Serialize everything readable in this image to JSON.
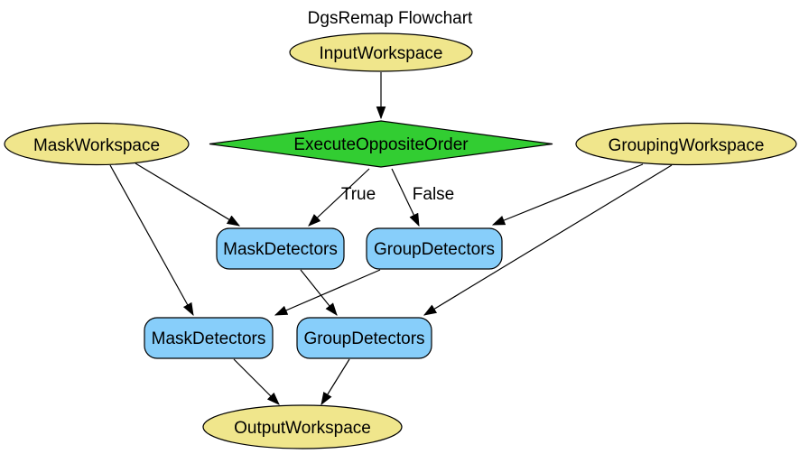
{
  "title": "DgsRemap Flowchart",
  "colors": {
    "background": "#ffffff",
    "workspace_fill": "#f0e68c",
    "decision_fill": "#32cd32",
    "algorithm_fill": "#87cefa",
    "border": "#000000",
    "text": "#000000"
  },
  "nodes": {
    "input_workspace": {
      "label": "InputWorkspace",
      "shape": "ellipse"
    },
    "execute_opposite_order": {
      "label": "ExecuteOppositeOrder",
      "shape": "diamond"
    },
    "mask_workspace": {
      "label": "MaskWorkspace",
      "shape": "ellipse"
    },
    "grouping_workspace": {
      "label": "GroupingWorkspace",
      "shape": "ellipse"
    },
    "mask_detectors_1": {
      "label": "MaskDetectors",
      "shape": "rounded-rect"
    },
    "group_detectors_1": {
      "label": "GroupDetectors",
      "shape": "rounded-rect"
    },
    "mask_detectors_2": {
      "label": "MaskDetectors",
      "shape": "rounded-rect"
    },
    "group_detectors_2": {
      "label": "GroupDetectors",
      "shape": "rounded-rect"
    },
    "output_workspace": {
      "label": "OutputWorkspace",
      "shape": "ellipse"
    }
  },
  "edges": [
    {
      "from": "InputWorkspace",
      "to": "ExecuteOppositeOrder",
      "label": ""
    },
    {
      "from": "ExecuteOppositeOrder",
      "to": "MaskDetectors (row 1)",
      "label": "True"
    },
    {
      "from": "ExecuteOppositeOrder",
      "to": "GroupDetectors (row 1)",
      "label": "False"
    },
    {
      "from": "MaskWorkspace",
      "to": "MaskDetectors (row 1)",
      "label": ""
    },
    {
      "from": "MaskWorkspace",
      "to": "MaskDetectors (row 2)",
      "label": ""
    },
    {
      "from": "GroupingWorkspace",
      "to": "GroupDetectors (row 1)",
      "label": ""
    },
    {
      "from": "GroupingWorkspace",
      "to": "GroupDetectors (row 2)",
      "label": ""
    },
    {
      "from": "MaskDetectors (row 1)",
      "to": "GroupDetectors (row 2)",
      "label": ""
    },
    {
      "from": "GroupDetectors (row 1)",
      "to": "MaskDetectors (row 2)",
      "label": ""
    },
    {
      "from": "MaskDetectors (row 2)",
      "to": "OutputWorkspace",
      "label": ""
    },
    {
      "from": "GroupDetectors (row 2)",
      "to": "OutputWorkspace",
      "label": ""
    }
  ]
}
